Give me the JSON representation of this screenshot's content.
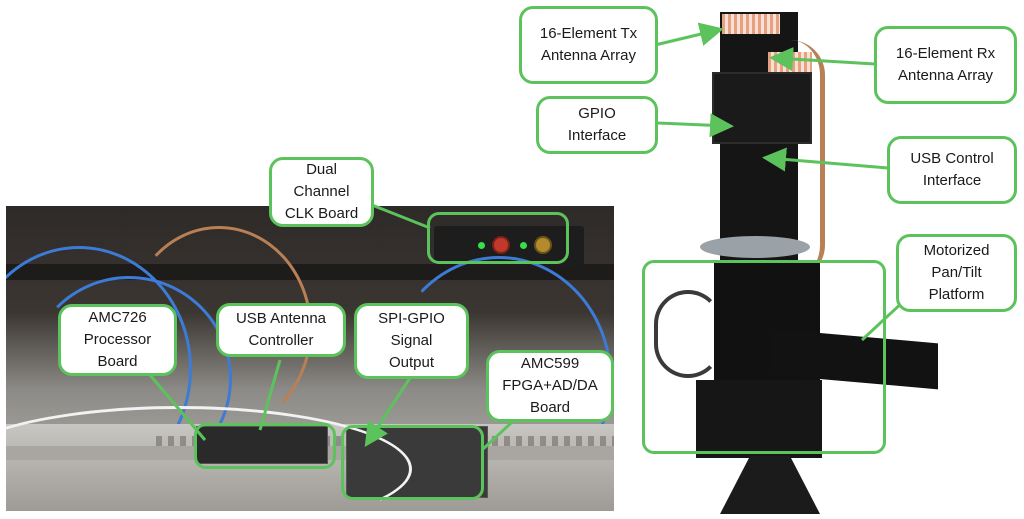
{
  "labels": {
    "dual_clk": "Dual\nChannel\nCLK Board",
    "amc726": "AMC726\nProcessor\nBoard",
    "usb_antenna": "USB Antenna\nController",
    "spi_gpio": "SPI-GPIO\nSignal\nOutput",
    "amc599": "AMC599\nFPGA+AD/DA\nBoard",
    "tx_array": "16-Element Tx\nAntenna Array",
    "rx_array": "16-Element Rx\nAntenna Array",
    "gpio": "GPIO\nInterface",
    "usb_control": "USB Control\nInterface",
    "pan_tilt": "Motorized\nPan/Tilt\nPlatform"
  },
  "colors": {
    "highlight": "#5cc35c",
    "label_text": "#1a1a1a"
  }
}
